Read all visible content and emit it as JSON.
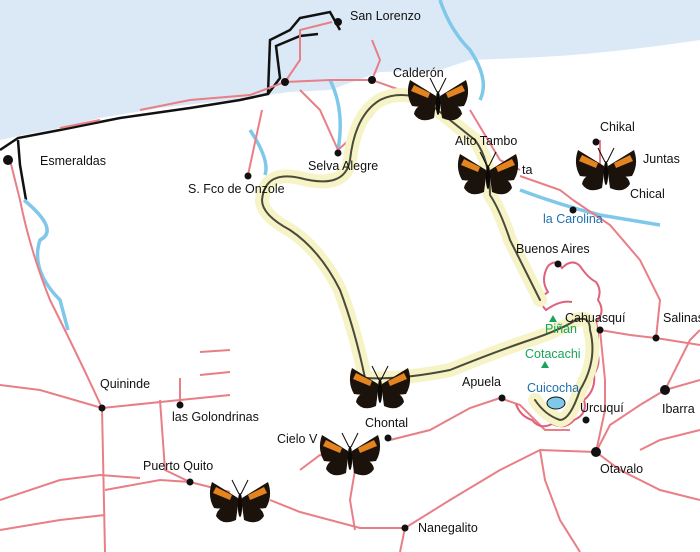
{
  "colors": {
    "sea": "#dbe9f6",
    "river": "#7fc8ea",
    "road": "#e87f86",
    "coast": "#111111",
    "route_halo": "#f6f3c7",
    "route_line": "#4a4a3a",
    "reserve_border": "#e0607a",
    "butterfly_wing": "#1b120c",
    "butterfly_band": "#e3841f",
    "town_blue": "#1f6fb0",
    "peak_green": "#1aa35a"
  },
  "places": {
    "san_lorenzo": "San Lorenzo",
    "calderon": "Calderón",
    "esmeraldas": "Esmeraldas",
    "selva_alegre": "Selva Alegre",
    "s_fco_de_onzole": "S. Fco de Onzole",
    "alto_tambo": "Alto Tambo",
    "ta": "ta",
    "chikal": "Chikal",
    "juntas": "Juntas",
    "chical": "Chical",
    "la_carolina": "la Carolina",
    "buenos_aires": "Buenos Aires",
    "cahuasqui": "Cahuasquí",
    "pinan": "Piñán",
    "cotacachi": "Cotacachi",
    "cuicocha": "Cuicocha",
    "salinas": "Salinas",
    "quininde": "Quininde",
    "las_golondrinas": "las Golondrinas",
    "apuela": "Apuela",
    "urcuqui": "Urcuquí",
    "ibarra": "Ibarra",
    "chontal": "Chontal",
    "cielo_verde": "Cielo V",
    "puerto_quito": "Puerto Quito",
    "otavalo": "Otavalo",
    "nanegalito": "Nanegalito"
  },
  "icons": {
    "town": "town-dot-icon",
    "peak": "peak-triangle-icon",
    "butterfly": "butterfly-icon"
  }
}
